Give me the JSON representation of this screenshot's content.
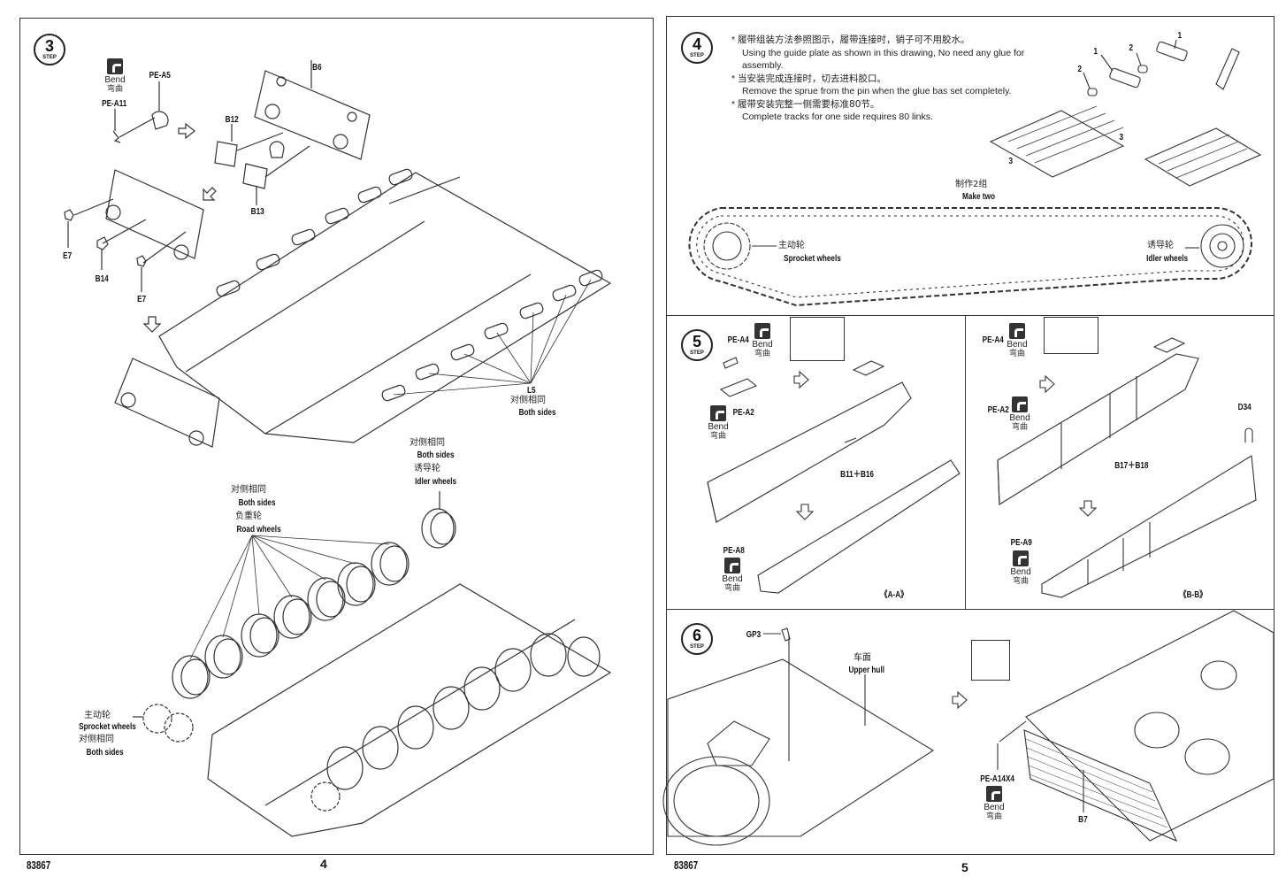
{
  "left_page": {
    "kit_number": "83867",
    "page_number": "4",
    "step": {
      "number": "3",
      "step_word": "STEP"
    },
    "bend_text": {
      "en": "Bend",
      "cn": "弯曲"
    },
    "parts": {
      "pe_a5": "PE-A5",
      "pe_a11": "PE-A11",
      "b6": "B6",
      "b12": "B12",
      "b13": "B13",
      "e7": "E7",
      "b14": "B14",
      "l5": "L5"
    },
    "l5_note": {
      "cn": "对侧相同",
      "en": "Both sides"
    },
    "idler": {
      "side_cn": "对侧相同",
      "side_en": "Both sides",
      "cn": "诱导轮",
      "en": "Idler wheels"
    },
    "road": {
      "side_cn": "对侧相同",
      "side_en": "Both sides",
      "cn": "负重轮",
      "en": "Road wheels"
    },
    "sprocket": {
      "cn": "主动轮",
      "en": "Sprocket wheels",
      "side_cn": "对侧相同",
      "side_en": "Both sides"
    }
  },
  "right_page": {
    "kit_number": "83867",
    "page_number": "5",
    "step4": {
      "number": "4",
      "step_word": "STEP",
      "notes": [
        {
          "cn": "履带组装方法参照图示，履带连接时，销子可不用胶水。",
          "en": "Using the guide plate as shown in this drawing, No need any glue for assembly."
        },
        {
          "cn": "当安装完成连接时，切去进料胶口。",
          "en": "Remove the sprue from the pin when the glue bas set completely."
        },
        {
          "cn": "履带安装完整一侧需要标准80节。",
          "en": "Complete tracks for one side requires 80 links."
        }
      ],
      "bullet": "*",
      "callouts": [
        "1",
        "2",
        "1",
        "2",
        "3",
        "3"
      ],
      "make_two": {
        "cn": "制作2组",
        "en": "Make two"
      },
      "sprocket": {
        "cn": "主动轮",
        "en": "Sprocket wheels"
      },
      "idler": {
        "cn": "诱导轮",
        "en": "Idler wheels"
      }
    },
    "step5": {
      "number": "5",
      "step_word": "STEP",
      "a": {
        "pe_a4": "PE-A4",
        "pe_a2": "PE-A2",
        "assembly": "B11＋B16",
        "pe_a8": "PE-A8",
        "section": "《A-A》"
      },
      "b": {
        "pe_a4": "PE-A4",
        "pe_a2": "PE-A2",
        "assembly": "B17＋B18",
        "d34": "D34",
        "pe_a9": "PE-A9",
        "section": "《B-B》"
      }
    },
    "step6": {
      "number": "6",
      "step_word": "STEP",
      "gp3": "GP3",
      "upper_hull": {
        "cn": "车面",
        "en": "Upper hull"
      },
      "pe_a14": "PE-A14X4",
      "b7": "B7"
    },
    "bend_text": {
      "en": "Bend",
      "cn": "弯曲"
    }
  }
}
